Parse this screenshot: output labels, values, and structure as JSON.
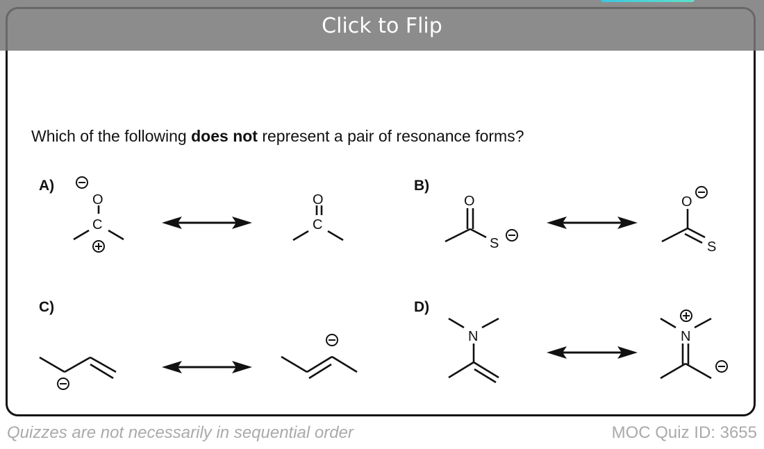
{
  "flip_banner": {
    "label": "Click to Flip"
  },
  "question": {
    "prefix": "Which of the following ",
    "emphasis": "does not",
    "suffix": " represent a pair of resonance forms?"
  },
  "options": [
    {
      "label": "A)",
      "atoms": {
        "left_top": "O",
        "left_center": "C",
        "right_top": "O",
        "right_center": "C"
      },
      "charges": {
        "minus": "−",
        "plus": "+"
      }
    },
    {
      "label": "B)",
      "atoms": {
        "left_top": "O",
        "left_s": "S",
        "right_top": "O",
        "right_s": "S"
      },
      "charges": {
        "minus": "−"
      }
    },
    {
      "label": "C)",
      "charges": {
        "minus": "−"
      }
    },
    {
      "label": "D)",
      "atoms": {
        "left_n": "N",
        "right_n": "N"
      },
      "charges": {
        "minus": "−",
        "plus": "+"
      }
    }
  ],
  "footer": {
    "note": "Quizzes are not necessarily in sequential order",
    "quiz_id": "MOC Quiz ID: 3655"
  },
  "colors": {
    "overlay": "#7a7a7a",
    "footer_text": "#aaaaaa",
    "tab_accent": "#3ec6e0"
  }
}
